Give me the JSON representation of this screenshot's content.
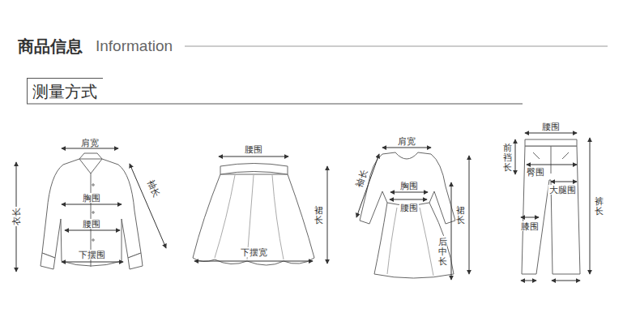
{
  "diagram": {
    "title": "商品信息",
    "nodes": [
      {
        "text": [
          "测量方式"
        ]
      }
    ],
    "labels": [
      "Information",
      "肩宽",
      "衣长",
      "袖长",
      "胸围",
      "腰围",
      "下摆围",
      "腰围",
      "裙长",
      "下摆宽",
      "肩宽",
      "袖长",
      "胸围",
      "腰围",
      "裙长",
      "后中长",
      "腰围",
      "前裆长",
      "臀围",
      "大腿围",
      "膝围",
      "裤长"
    ]
  }
}
